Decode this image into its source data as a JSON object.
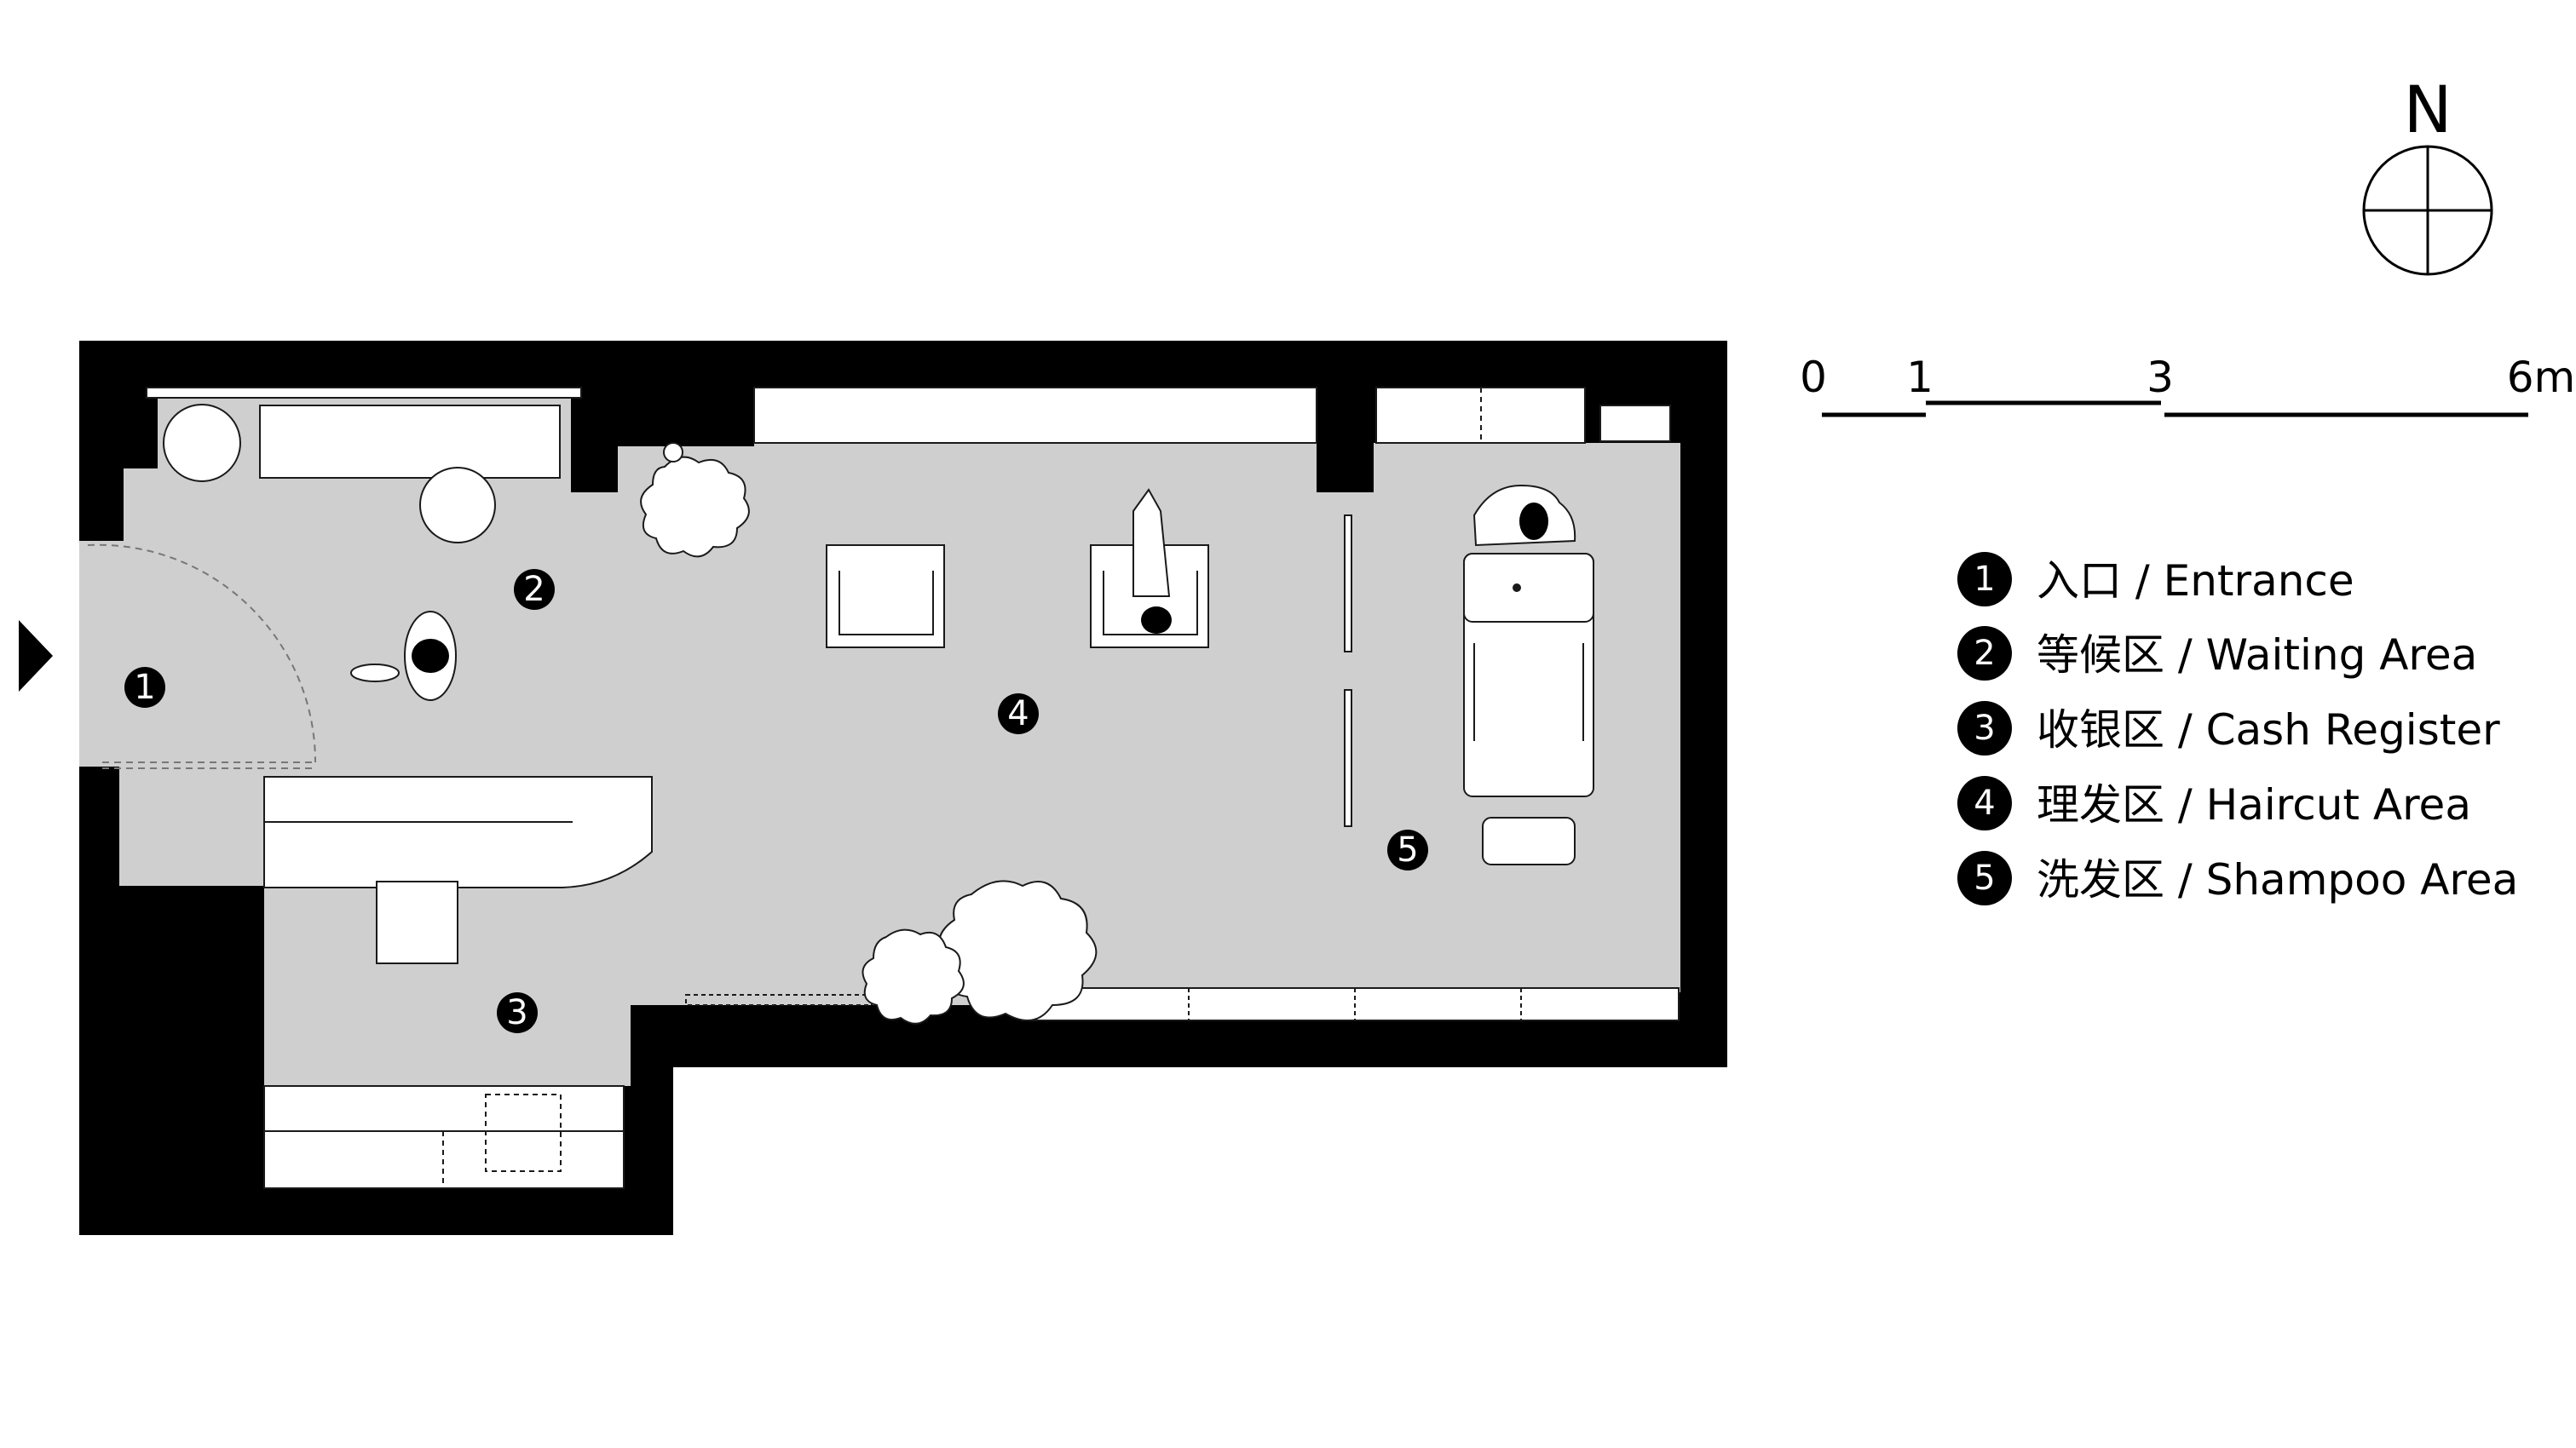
{
  "north": {
    "label": "N"
  },
  "scale_bar": {
    "ticks": [
      "0",
      "1",
      "3",
      "6m"
    ]
  },
  "zones": [
    {
      "number": "1",
      "label": "入口 / Entrance"
    },
    {
      "number": "2",
      "label": "等候区 / Waiting Area"
    },
    {
      "number": "3",
      "label": "收银区 / Cash Register"
    },
    {
      "number": "4",
      "label": "理发区 / Haircut Area"
    },
    {
      "number": "5",
      "label": "洗发区 / Shampoo Area"
    }
  ],
  "colors": {
    "wall": "#000000",
    "floor": "#cfcfcf",
    "furniture": "#ffffff",
    "line": "#1a1a1a"
  }
}
